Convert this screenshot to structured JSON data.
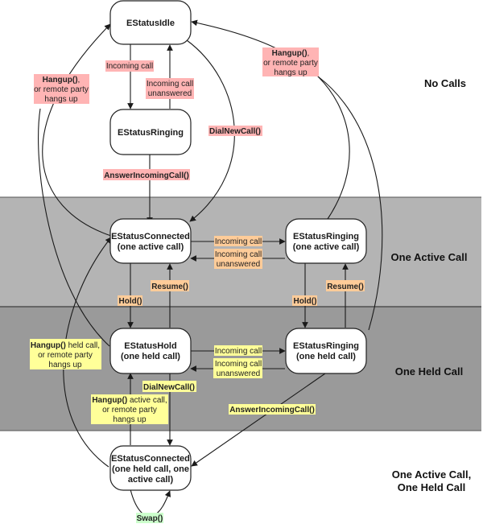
{
  "colors": {
    "band_active": "#b4b4b4",
    "band_held": "#9a9a9a",
    "label_pink": "#ffb4b4",
    "label_orange": "#ffcc99",
    "label_yellow": "#ffff99",
    "label_green": "#ccffcc"
  },
  "bands": {
    "no_calls": "No Calls",
    "one_active": "One Active Call",
    "one_held": "One Held Call",
    "active_held_line1": "One Active Call,",
    "active_held_line2": "One Held Call"
  },
  "states": {
    "idle": {
      "line1": "EStatusIdle"
    },
    "ringing": {
      "line1": "EStatusRinging"
    },
    "connected_active": {
      "line1": "EStatusConnected",
      "line2": "(one active call)"
    },
    "ringing_active": {
      "line1": "EStatusRinging",
      "line2": "(one active call)"
    },
    "hold": {
      "line1": "EStatusHold",
      "line2": "(one held call)"
    },
    "ringing_held": {
      "line1": "EStatusRinging",
      "line2": "(one held call)"
    },
    "connected_both": {
      "line1": "EStatusConnected",
      "line2": "(one held call, one",
      "line3": "active call)"
    }
  },
  "labels": {
    "idle_incoming": "Incoming call",
    "idle_unanswered_1": "Incoming call",
    "idle_unanswered_2": "unanswered",
    "hangup_left_1": "Hangup()",
    "hangup_left_1b": ",",
    "hangup_left_2": "or remote party",
    "hangup_left_3": "hangs up",
    "hangup_right_1": "Hangup()",
    "hangup_right_1b": ",",
    "hangup_right_2": "or remote party",
    "hangup_right_3": "hangs up",
    "dial_new_top": "DialNewCall()",
    "answer_top": "AnswerIncomingCall()",
    "active_incoming": "Incoming call",
    "active_unanswered_1": "Incoming call",
    "active_unanswered_2": "unanswered",
    "resume_left": "Resume()",
    "hold_left": "Hold()",
    "resume_right": "Resume()",
    "hold_right": "Hold()",
    "held_hangup_1": "Hangup()",
    "held_hangup_1b": " held call,",
    "held_hangup_2": "or remote party",
    "held_hangup_3": "hangs up",
    "held_incoming": "Incoming call",
    "held_unanswered_1": "Incoming call",
    "held_unanswered_2": "unanswered",
    "dial_new_held": "DialNewCall()",
    "active_hangup_1": "Hangup()",
    "active_hangup_1b": " active call,",
    "active_hangup_2": "or remote party",
    "active_hangup_3": "hangs up",
    "answer_held": "AnswerIncomingCall()",
    "swap": "Swap()"
  }
}
